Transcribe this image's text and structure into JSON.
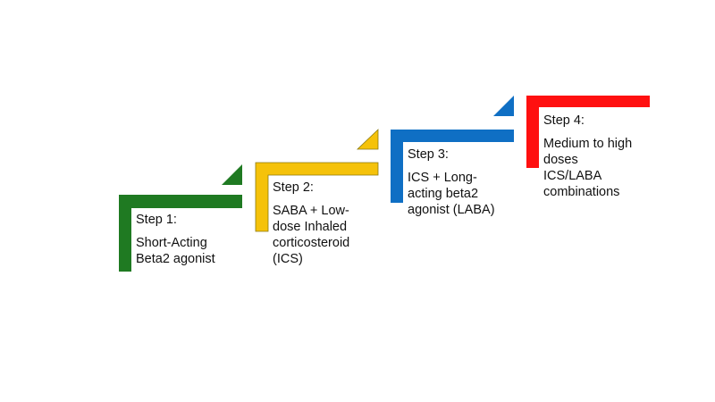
{
  "steps": [
    {
      "title": "Step 1:",
      "description_lines": [
        "Short-Acting",
        "Beta2 agonist"
      ],
      "color": "#1f7a22"
    },
    {
      "title": "Step 2:",
      "description_lines": [
        "SABA + Low-",
        "dose Inhaled",
        "corticosteroid",
        "(ICS)"
      ],
      "color": "#f5c20a"
    },
    {
      "title": "Step 3:",
      "description_lines": [
        "ICS + Long-",
        "acting beta2",
        "agonist (LABA)"
      ],
      "color": "#0f6fc4"
    },
    {
      "title": "Step 4:",
      "description_lines": [
        "Medium to high",
        "doses",
        "ICS/LABA",
        "combinations"
      ],
      "color": "#ff1010"
    }
  ]
}
